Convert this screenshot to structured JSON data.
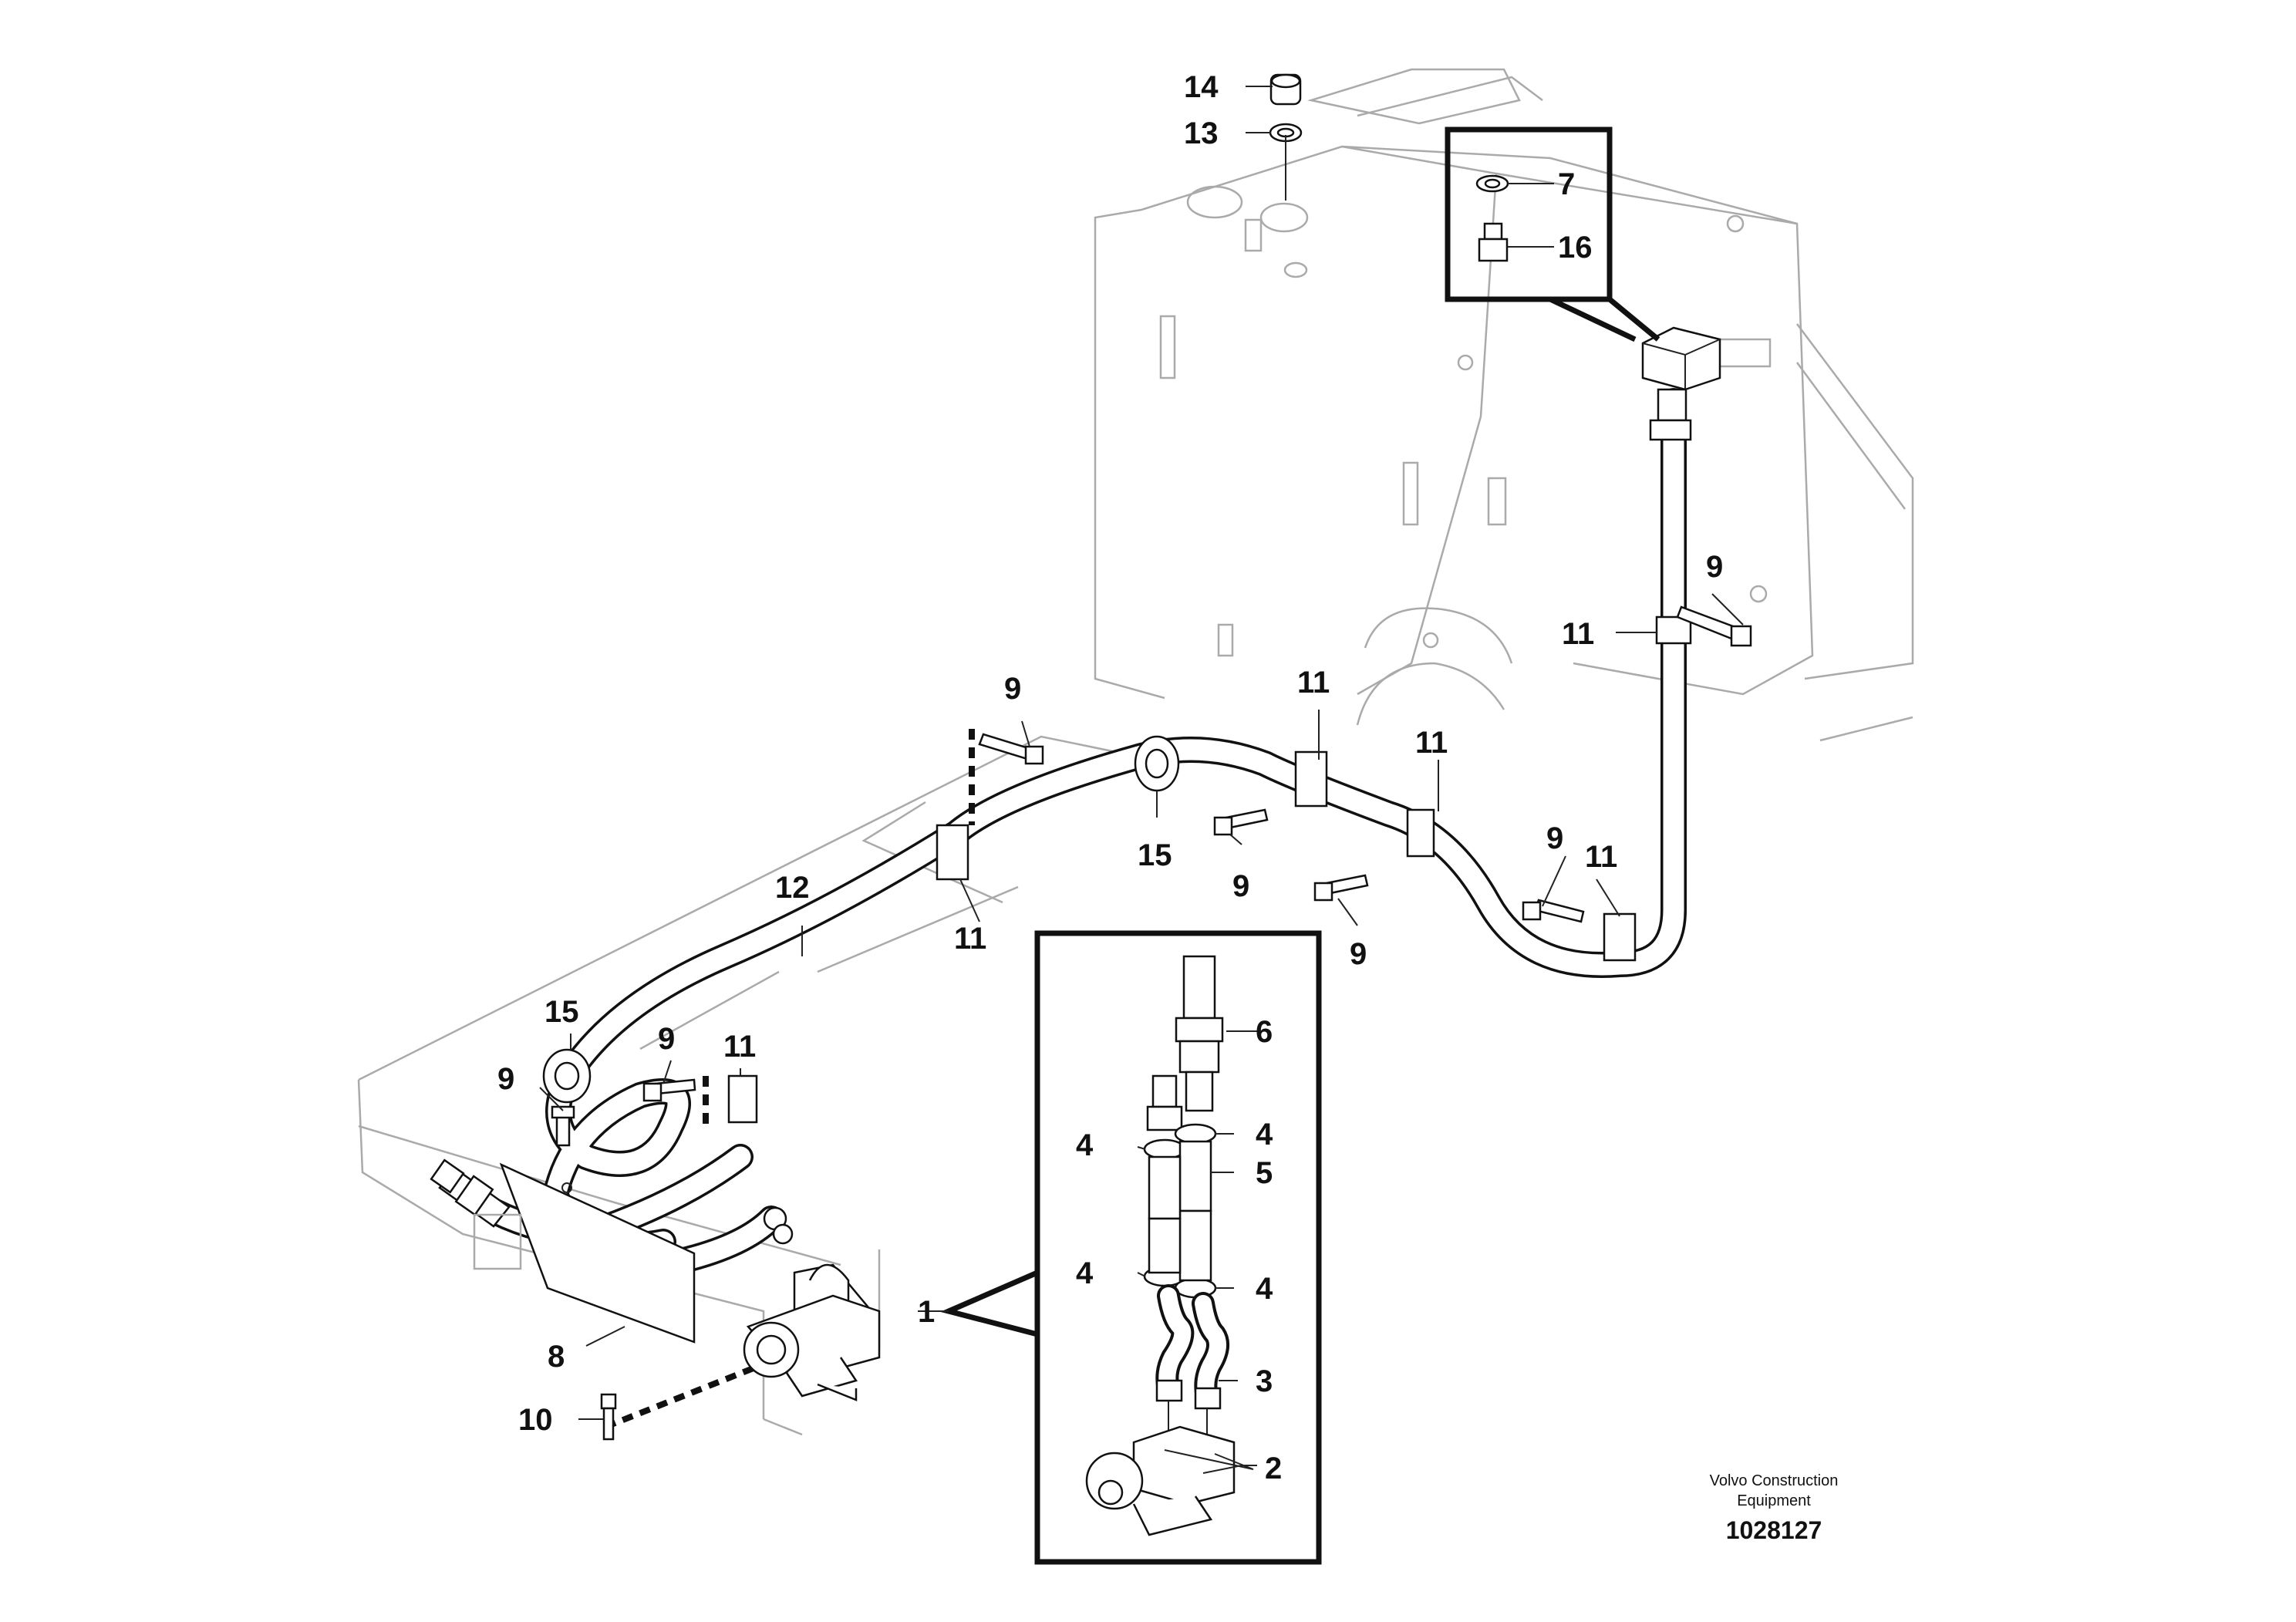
{
  "callouts": [
    {
      "id": "c14",
      "label": "14"
    },
    {
      "id": "c13",
      "label": "13"
    },
    {
      "id": "c7",
      "label": "7"
    },
    {
      "id": "c16",
      "label": "16"
    },
    {
      "id": "c9a",
      "label": "9"
    },
    {
      "id": "c11a",
      "label": "11"
    },
    {
      "id": "c9b",
      "label": "9"
    },
    {
      "id": "c11b",
      "label": "11"
    },
    {
      "id": "c11c",
      "label": "11"
    },
    {
      "id": "c15a",
      "label": "15"
    },
    {
      "id": "c9c",
      "label": "9"
    },
    {
      "id": "c12",
      "label": "12"
    },
    {
      "id": "c11d",
      "label": "11"
    },
    {
      "id": "c9d",
      "label": "9"
    },
    {
      "id": "c9e",
      "label": "9"
    },
    {
      "id": "c11e",
      "label": "11"
    },
    {
      "id": "c15b",
      "label": "15"
    },
    {
      "id": "c9f",
      "label": "9"
    },
    {
      "id": "c11f",
      "label": "11"
    },
    {
      "id": "c9g",
      "label": "9"
    },
    {
      "id": "c1",
      "label": "1"
    },
    {
      "id": "c8",
      "label": "8"
    },
    {
      "id": "c10",
      "label": "10"
    },
    {
      "id": "c6",
      "label": "6"
    },
    {
      "id": "c4a",
      "label": "4"
    },
    {
      "id": "c4b",
      "label": "4"
    },
    {
      "id": "c5",
      "label": "5"
    },
    {
      "id": "c4c",
      "label": "4"
    },
    {
      "id": "c4d",
      "label": "4"
    },
    {
      "id": "c3",
      "label": "3"
    },
    {
      "id": "c2",
      "label": "2"
    }
  ],
  "credit": {
    "line1": "Volvo Construction",
    "line2": "Equipment",
    "ref": "1028127"
  },
  "colors": {
    "ink": "#111111",
    "background": "#ffffff",
    "outline": "#aaaaaa"
  }
}
